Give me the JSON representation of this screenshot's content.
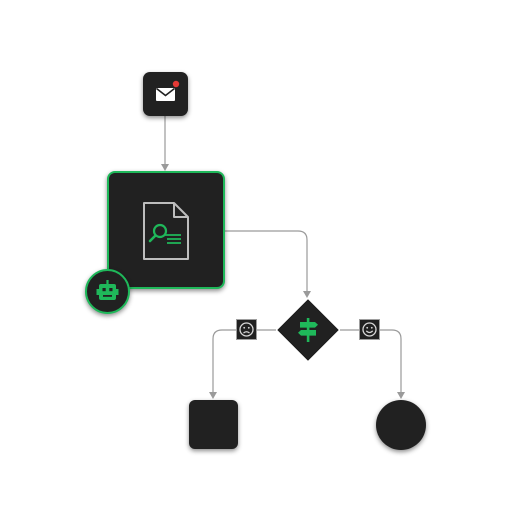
{
  "diagram": {
    "background": "#ffffff",
    "node_fill": "#212121",
    "accent": "#1fb85a",
    "connector_color": "#9a9a9a",
    "notification_dot": "#e53935",
    "nodes": [
      {
        "id": "message",
        "shape": "rounded-square",
        "icon": "envelope-icon",
        "has_notification": true
      },
      {
        "id": "task",
        "shape": "rounded-square",
        "icon": "document-search-icon",
        "selected": true,
        "badge_icon": "robot-icon"
      },
      {
        "id": "gateway",
        "shape": "diamond",
        "icon": "signpost-icon"
      },
      {
        "id": "end-left",
        "shape": "rounded-square"
      },
      {
        "id": "end-right",
        "shape": "circle"
      }
    ],
    "edges": [
      {
        "from": "message",
        "to": "task"
      },
      {
        "from": "task",
        "to": "gateway"
      },
      {
        "from": "gateway",
        "to": "end-left",
        "label_icon": "sad-face-icon"
      },
      {
        "from": "gateway",
        "to": "end-right",
        "label_icon": "smiley-face-icon"
      }
    ]
  }
}
